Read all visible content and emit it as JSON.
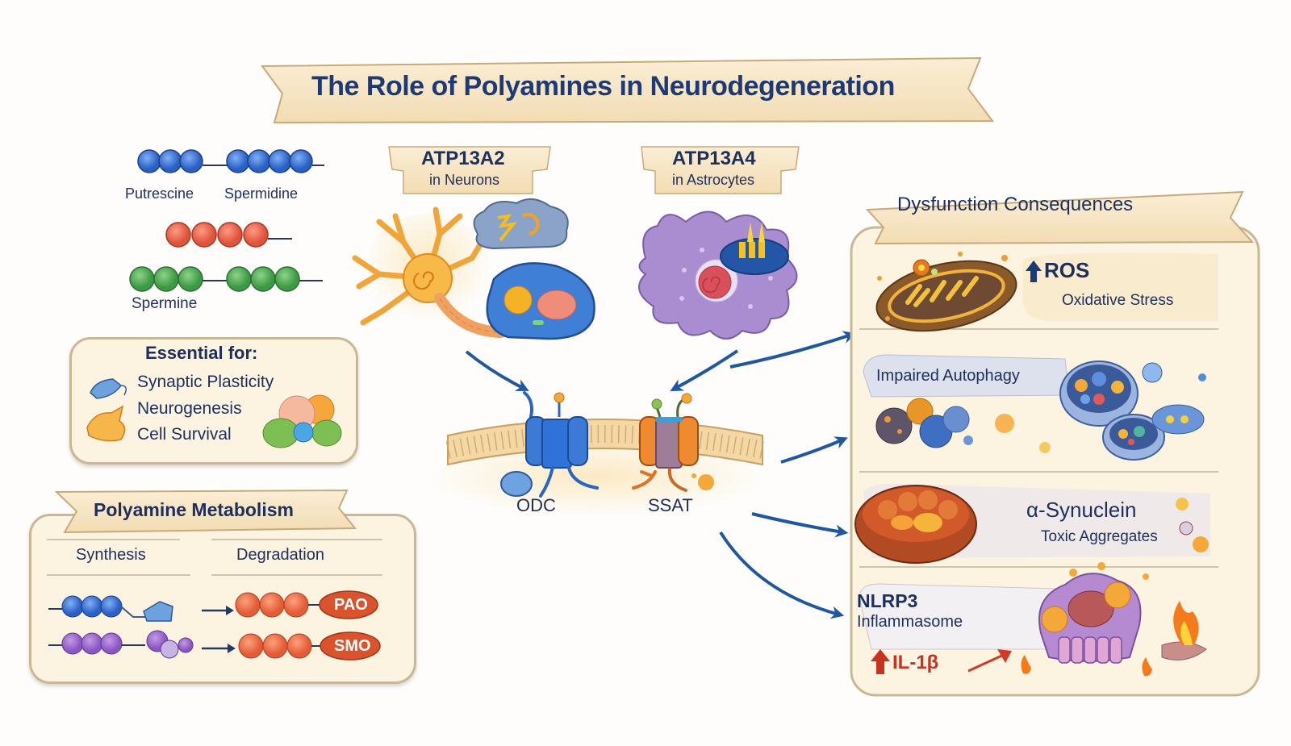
{
  "title": "The Role of Polyamines in Neurodegeneration",
  "polyamines": {
    "putrescine": "Putrescine",
    "spermidine": "Spermidine",
    "spermine": "Spermine"
  },
  "essential": {
    "heading": "Essential for:",
    "items": [
      "Synaptic Plasticity",
      "Neurogenesis",
      "Cell Survival"
    ]
  },
  "metabolism": {
    "heading": "Polyamine Metabolism",
    "synthesis": "Synthesis",
    "degradation": "Degradation",
    "enzymes": [
      "PAO",
      "SMO"
    ]
  },
  "transporters": [
    {
      "name": "ATP13A2",
      "location": "in Neurons"
    },
    {
      "name": "ATP13A4",
      "location": "in Astrocytes"
    }
  ],
  "membrane": {
    "odc": "ODC",
    "ssat": "SSAT"
  },
  "consequences": {
    "heading": "Dysfunction Consequences",
    "ros": {
      "label": "ROS",
      "sub": "Oxidative Stress"
    },
    "autophagy": {
      "label": "Impaired Autophagy"
    },
    "synuclein": {
      "label": "α-Synuclein",
      "sub": "Toxic Aggregates"
    },
    "nlrp3": {
      "label": "NLRP3",
      "sub": "Inflammasome",
      "il": "IL-1β"
    }
  },
  "colors": {
    "title": "#1d3a75",
    "ribbon": "#f7e6c6",
    "panel": "#fcf3e1",
    "arrow": "#1f58a0",
    "up_arrow_blue": "#1d3a75",
    "up_arrow_red": "#c8321f",
    "putrescine": "#3a6fd0",
    "spermine": "#4ea24e",
    "degradation": "#e8633e"
  }
}
